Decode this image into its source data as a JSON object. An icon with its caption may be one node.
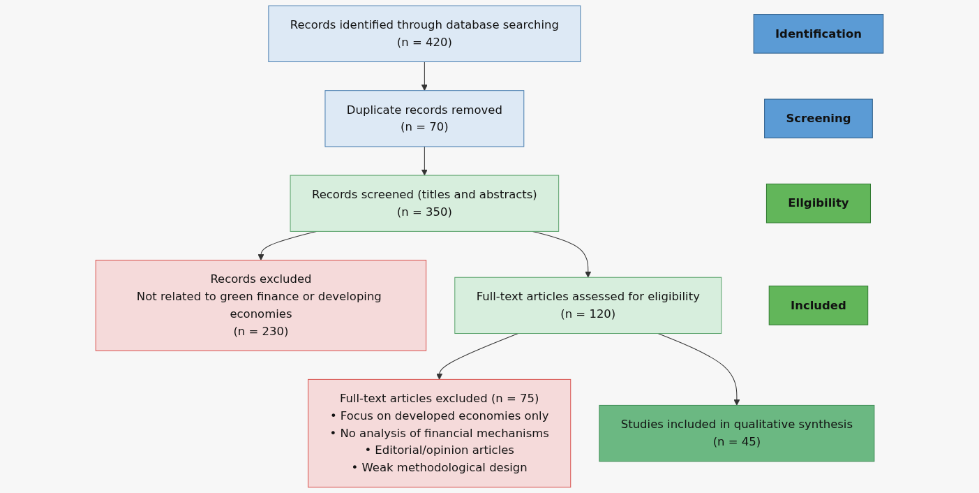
{
  "diagram": {
    "nodes": [
      {
        "text": [
          "Identification"
        ]
      },
      {
        "text": [
          "Records identified through database searching",
          "(n = 420)"
        ]
      },
      {
        "text": [
          "Duplicate records removed",
          "(n = 70)"
        ]
      },
      {
        "text": [
          "Screening"
        ]
      },
      {
        "text": [
          "Records screened (titles and abstracts)",
          "(n = 350)"
        ]
      },
      {
        "text": [
          "Records excluded",
          "Not related to green finance or developing economies",
          "(n = 230)"
        ]
      },
      {
        "text": [
          "Ellgibility"
        ]
      },
      {
        "text": [
          "Full-text articles assessed for eligibility",
          "(n = 120)"
        ]
      },
      {
        "text": [
          "Full-text articles excluded (n = 75)",
          "• Focus on developed economies only",
          "• No analysis of financial mechanisms",
          "• Editorial/opinion articles",
          "• Weak methodological design"
        ]
      },
      {
        "text": [
          "Included"
        ]
      },
      {
        "text": [
          "Studies included in qualitative synthesis",
          "(n = 45)"
        ]
      }
    ],
    "edges": [
      {
        "from": 1,
        "to": 2,
        "arrow": "to"
      },
      {
        "from": 2,
        "to": 4,
        "arrow": "to"
      },
      {
        "from": 4,
        "to": 5,
        "arrow": "to"
      },
      {
        "from": 4,
        "to": 7,
        "arrow": "to"
      },
      {
        "from": 7,
        "to": 8,
        "arrow": "to"
      },
      {
        "from": 7,
        "to": 10,
        "arrow": "to"
      }
    ]
  }
}
